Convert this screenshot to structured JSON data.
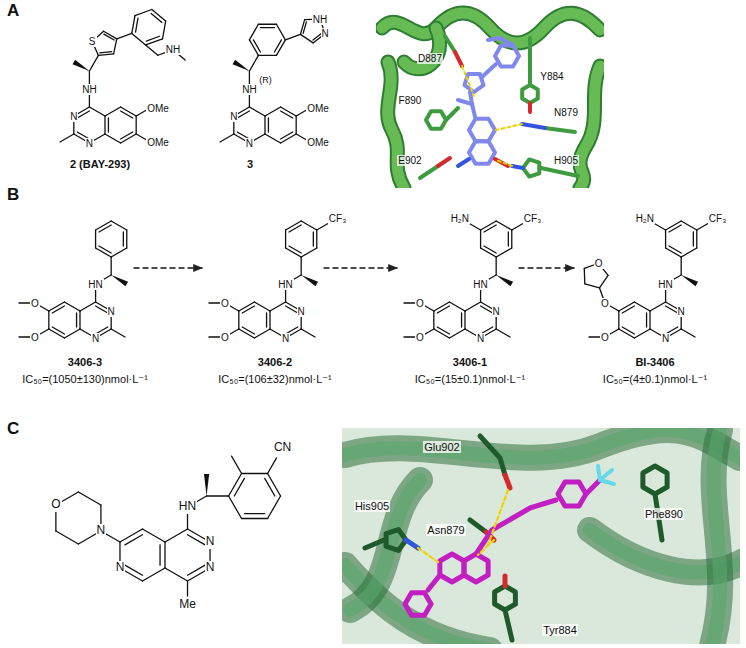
{
  "diagram": {
    "labels": [
      "A",
      "S",
      "NH",
      "NH",
      "N",
      "N",
      "OMe",
      "OMe",
      "2 (BAY-293)",
      "NH",
      "N",
      "(R)",
      "NH",
      "N",
      "N",
      "OMe",
      "OMe",
      "3",
      "D887",
      "Y884",
      "F890",
      "N879",
      "E902",
      "H905",
      "B",
      "O",
      "O",
      "HN",
      "N",
      "N",
      "3406-3",
      "IC₅₀=(1050±130)nmol·L⁻¹",
      "CF₃",
      "O",
      "O",
      "HN",
      "N",
      "N",
      "3406-2",
      "IC₅₀=(106±32)nmol·L⁻¹",
      "H₂N",
      "CF₃",
      "O",
      "O",
      "HN",
      "N",
      "N",
      "3406-1",
      "IC₅₀=(15±0.1)nmol·L⁻¹",
      "H₂N",
      "CF₃",
      "O",
      "O",
      "O",
      "HN",
      "N",
      "N",
      "BI-3406",
      "IC₅₀=(4±0.1)nmol·L⁻¹",
      "C",
      "O",
      "N",
      "N",
      "HN",
      "N",
      "N",
      "Me",
      "CN",
      "Glu902",
      "His905",
      "Asn879",
      "Phe890",
      "Tyr884"
    ]
  }
}
